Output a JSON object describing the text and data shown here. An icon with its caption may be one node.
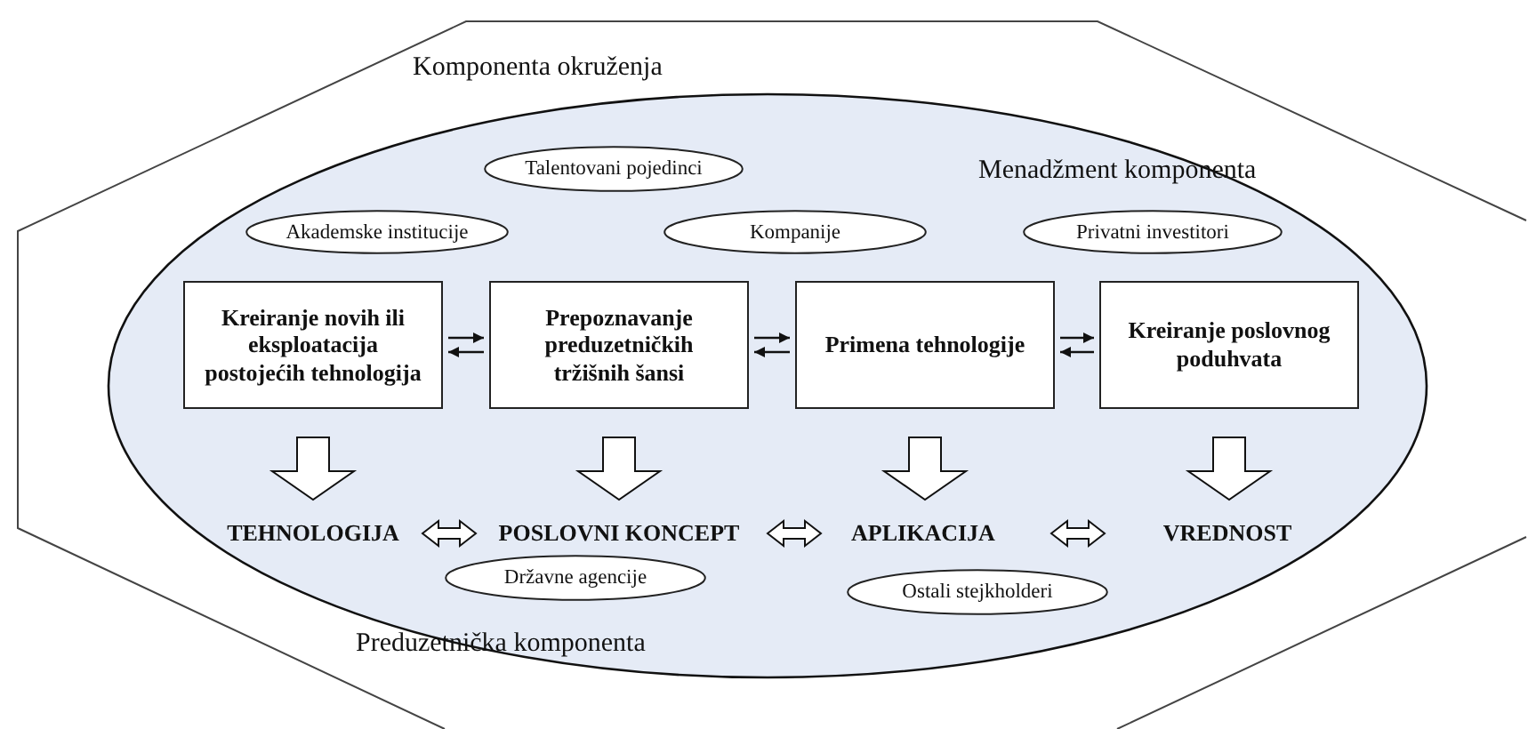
{
  "diagram": {
    "nodes": [
      {
        "text": [
          "Komponenta okruženja"
        ]
      },
      {
        "text": [
          "Menadžment komponenta",
          "Preduzetnička komponenta"
        ],
        "in": 0
      },
      {
        "text": [
          "Talentovani pojedinci"
        ],
        "in": 1
      },
      {
        "text": [
          "Akademske institucije"
        ],
        "in": 1
      },
      {
        "text": [
          "Kompanije"
        ],
        "in": 1
      },
      {
        "text": [
          "Privatni investitori"
        ],
        "in": 1
      },
      {
        "text": [
          "Kreiranje novih ili eksploatacija postojećih tehnologija"
        ],
        "in": 1
      },
      {
        "text": [
          "Prepoznavanje preduzetničkih tržišnih šansi"
        ],
        "in": 1
      },
      {
        "text": [
          "Primena tehnologije"
        ],
        "in": 1
      },
      {
        "text": [
          "Kreiranje poslovnog poduhvata"
        ],
        "in": 1
      },
      {
        "text": [
          "TEHNOLOGIJA"
        ],
        "in": 1
      },
      {
        "text": [
          "POSLOVNI KONCEPT"
        ],
        "in": 1
      },
      {
        "text": [
          "APLIKACIJA"
        ],
        "in": 1
      },
      {
        "text": [
          "VREDNOST"
        ],
        "in": 1
      },
      {
        "text": [
          "Državne agencije"
        ],
        "in": 1
      },
      {
        "text": [
          "Ostali stejkholderi"
        ],
        "in": 1
      }
    ],
    "edges": [
      {
        "from": 6,
        "to": 7,
        "arrow": "to"
      },
      {
        "from": 7,
        "to": 6,
        "arrow": "to"
      },
      {
        "from": 7,
        "to": 8,
        "arrow": "to"
      },
      {
        "from": 8,
        "to": 7,
        "arrow": "to"
      },
      {
        "from": 8,
        "to": 9,
        "arrow": "to"
      },
      {
        "from": 9,
        "to": 8,
        "arrow": "to"
      },
      {
        "from": 6,
        "to": 10,
        "arrow": "to",
        "style": "thick"
      },
      {
        "from": 7,
        "to": 11,
        "arrow": "to",
        "style": "thick"
      },
      {
        "from": 8,
        "to": 12,
        "arrow": "to",
        "style": "thick"
      },
      {
        "from": 9,
        "to": 13,
        "arrow": "to",
        "style": "thick"
      },
      {
        "from": 10,
        "to": 11,
        "arrow": "both",
        "style": "thick"
      },
      {
        "from": 11,
        "to": 12,
        "arrow": "both",
        "style": "thick"
      },
      {
        "from": 12,
        "to": 13,
        "arrow": "both",
        "style": "thick"
      }
    ]
  }
}
